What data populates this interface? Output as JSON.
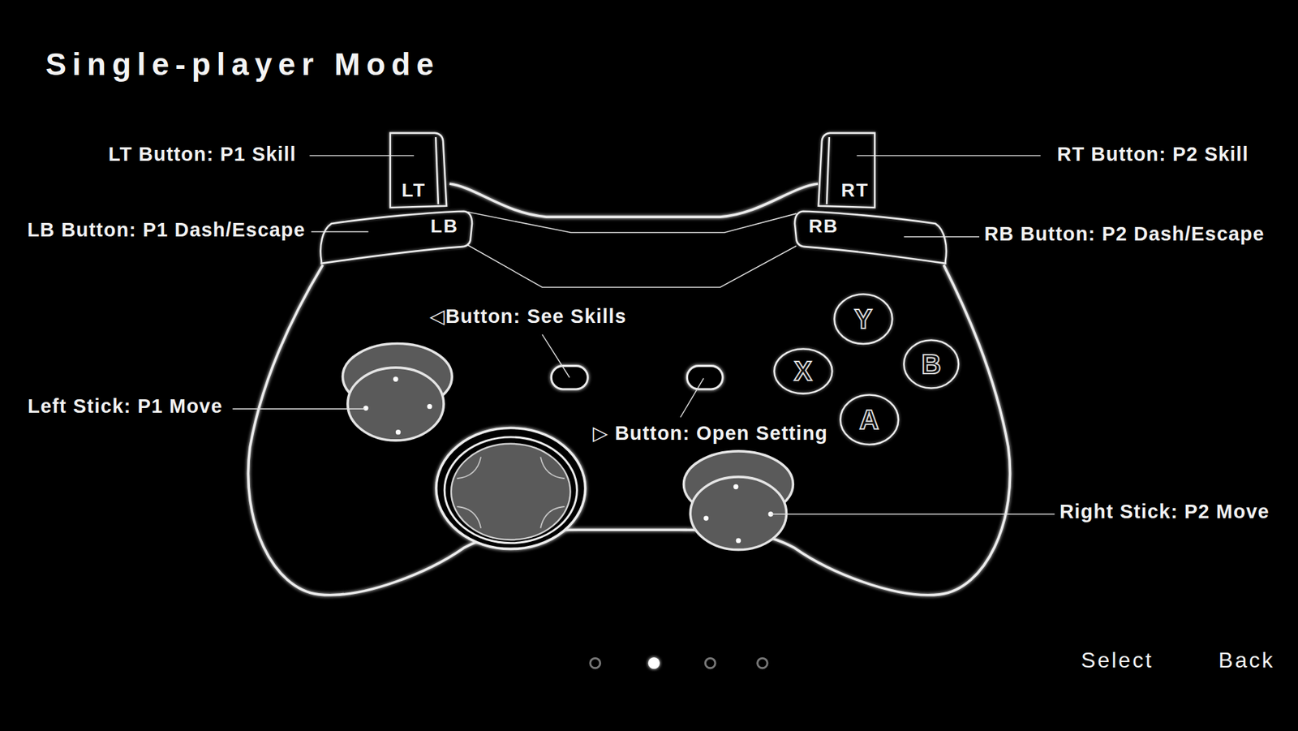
{
  "diagram": {
    "title": "Single-player Mode",
    "nodes": [
      {
        "text": [
          "LT"
        ]
      },
      {
        "text": [
          "RT"
        ]
      },
      {
        "text": [
          "LB"
        ]
      },
      {
        "text": [
          "RB"
        ]
      },
      {
        "text": [
          "Y"
        ]
      },
      {
        "text": [
          "X"
        ]
      },
      {
        "text": [
          "B"
        ]
      },
      {
        "text": [
          "A"
        ]
      }
    ],
    "labels": [
      "LT Button: P1 Skill",
      "RT Button: P2 Skill",
      "LB Button: P1 Dash/Escape",
      "RB Button: P2 Dash/Escape",
      "◁Button: See Skills",
      "▷ Button: Open Setting",
      "Left Stick: P1 Move",
      "Right Stick: P2 Move",
      "Select",
      "Back"
    ]
  }
}
